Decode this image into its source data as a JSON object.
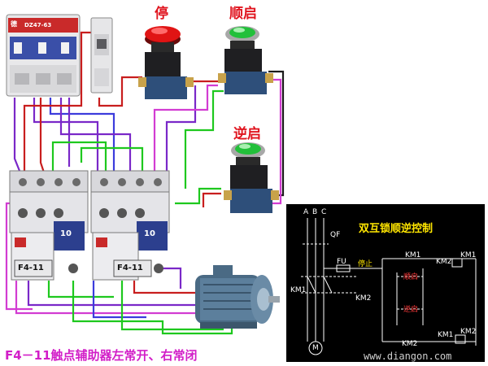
{
  "buttons": {
    "stop_label": "停",
    "forward_label": "顺启",
    "reverse_label": "逆启"
  },
  "breaker": {
    "brand_text": "德",
    "model_text": "DZ47-63"
  },
  "contactors": {
    "left_number": "10",
    "right_number": "10",
    "left_aux_label": "F4-11",
    "right_aux_label": "F4-11"
  },
  "caption": "F4－11触点辅助器左常开、右常闭",
  "schematic": {
    "title": "双互锁顺逆控制",
    "phase_a": "A",
    "phase_b": "B",
    "phase_c": "C",
    "qf": "QF",
    "fu": "FU",
    "stop": "停止",
    "forward": "顺启",
    "reverse": "逆启",
    "km1_top": "KM1",
    "km2_top": "KM2",
    "km1_coil_top": "KM1",
    "km1_left": "KM1",
    "km2_right": "KM2",
    "km1_bottom": "KM1",
    "km2_bottom": "KM2",
    "km2_coil_bottom": "KM2",
    "motor": "M",
    "watermark": "www.diangon.com"
  },
  "colors": {
    "red_label": "#e0141e",
    "caption": "#d21ec8",
    "schematic_bg": "#000000",
    "schematic_title": "#ffe600",
    "wire_purple": "#7a28c8",
    "wire_red": "#c81e1e",
    "wire_green": "#1ec81e",
    "wire_blue": "#3c3cdc",
    "wire_magenta": "#d23cd2"
  }
}
